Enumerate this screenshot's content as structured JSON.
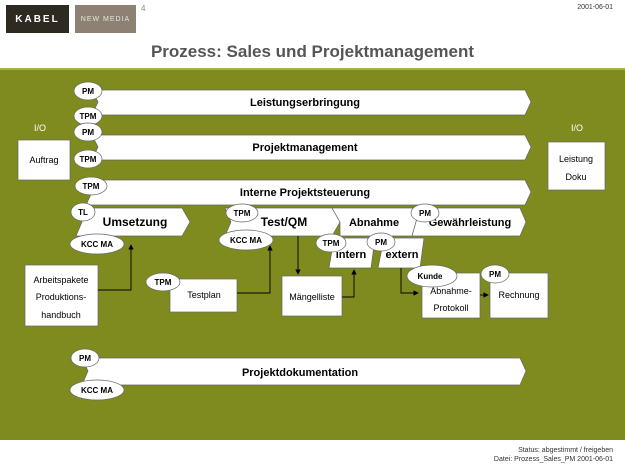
{
  "header": {
    "logo_left": "KABEL",
    "logo_right": "NEW MEDIA",
    "page_number": "4",
    "date": "2001-06-01",
    "title": "Prozess: Sales und Projektmanagement"
  },
  "colors": {
    "background_green": "#7f8b1f"
  },
  "diagram": {
    "io_left": "I/O",
    "io_right": "I/O",
    "auftrag": "Auftrag",
    "leistung": "Leistung",
    "doku": "Doku",
    "bars": {
      "leistungserbringung": "Leistungserbringung",
      "projektmanagement": "Projektmanagement",
      "interne": "Interne Projektsteuerung",
      "projektdoku": "Projektdokumentation"
    },
    "phases": {
      "umsetzung": "Umsetzung",
      "test": "Test/QM",
      "abnahme": "Abnahme",
      "gewaehr": "Gewährleistung",
      "intern": "intern",
      "extern": "extern"
    },
    "boxes": {
      "arbeitspakete": [
        "Arbeitspakete",
        "Produktions-",
        "handbuch"
      ],
      "testplan": "Testplan",
      "maengel": "Mängelliste",
      "abnahme_protokoll": [
        "Abnahme-",
        "Protokoll"
      ],
      "rechnung": "Rechnung"
    },
    "roles": {
      "pm": "PM",
      "tpm": "TPM",
      "tl": "TL",
      "kcc": "KCC MA",
      "kunde": "Kunde"
    }
  },
  "footer": {
    "status": "Status: abgestimmt / freigeben",
    "file": "Datei: Prozess_Sales_PM 2001-06-01"
  }
}
